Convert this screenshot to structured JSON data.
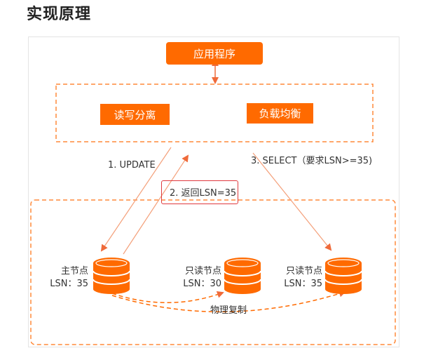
{
  "page": {
    "heading": "实现原理"
  },
  "diagram": {
    "app_box": "应用程序",
    "rw_split": "读写分离",
    "load_balance": "负载均衡",
    "step1": "1. UPDATE",
    "step2": "2. 返回LSN=35",
    "step3": "3. SELECT（要求LSN>=35)",
    "primary": {
      "name": "主节点",
      "lsn": "LSN：35"
    },
    "readonly_1": {
      "name": "只读节点",
      "lsn": "LSN：30"
    },
    "readonly_2": {
      "name": "只读节点",
      "lsn": "LSN：35"
    },
    "replication": "物理复制"
  },
  "colors": {
    "accent": "#ff6a00",
    "arrow": "#f4a07a",
    "highlight": "#e0393e"
  }
}
